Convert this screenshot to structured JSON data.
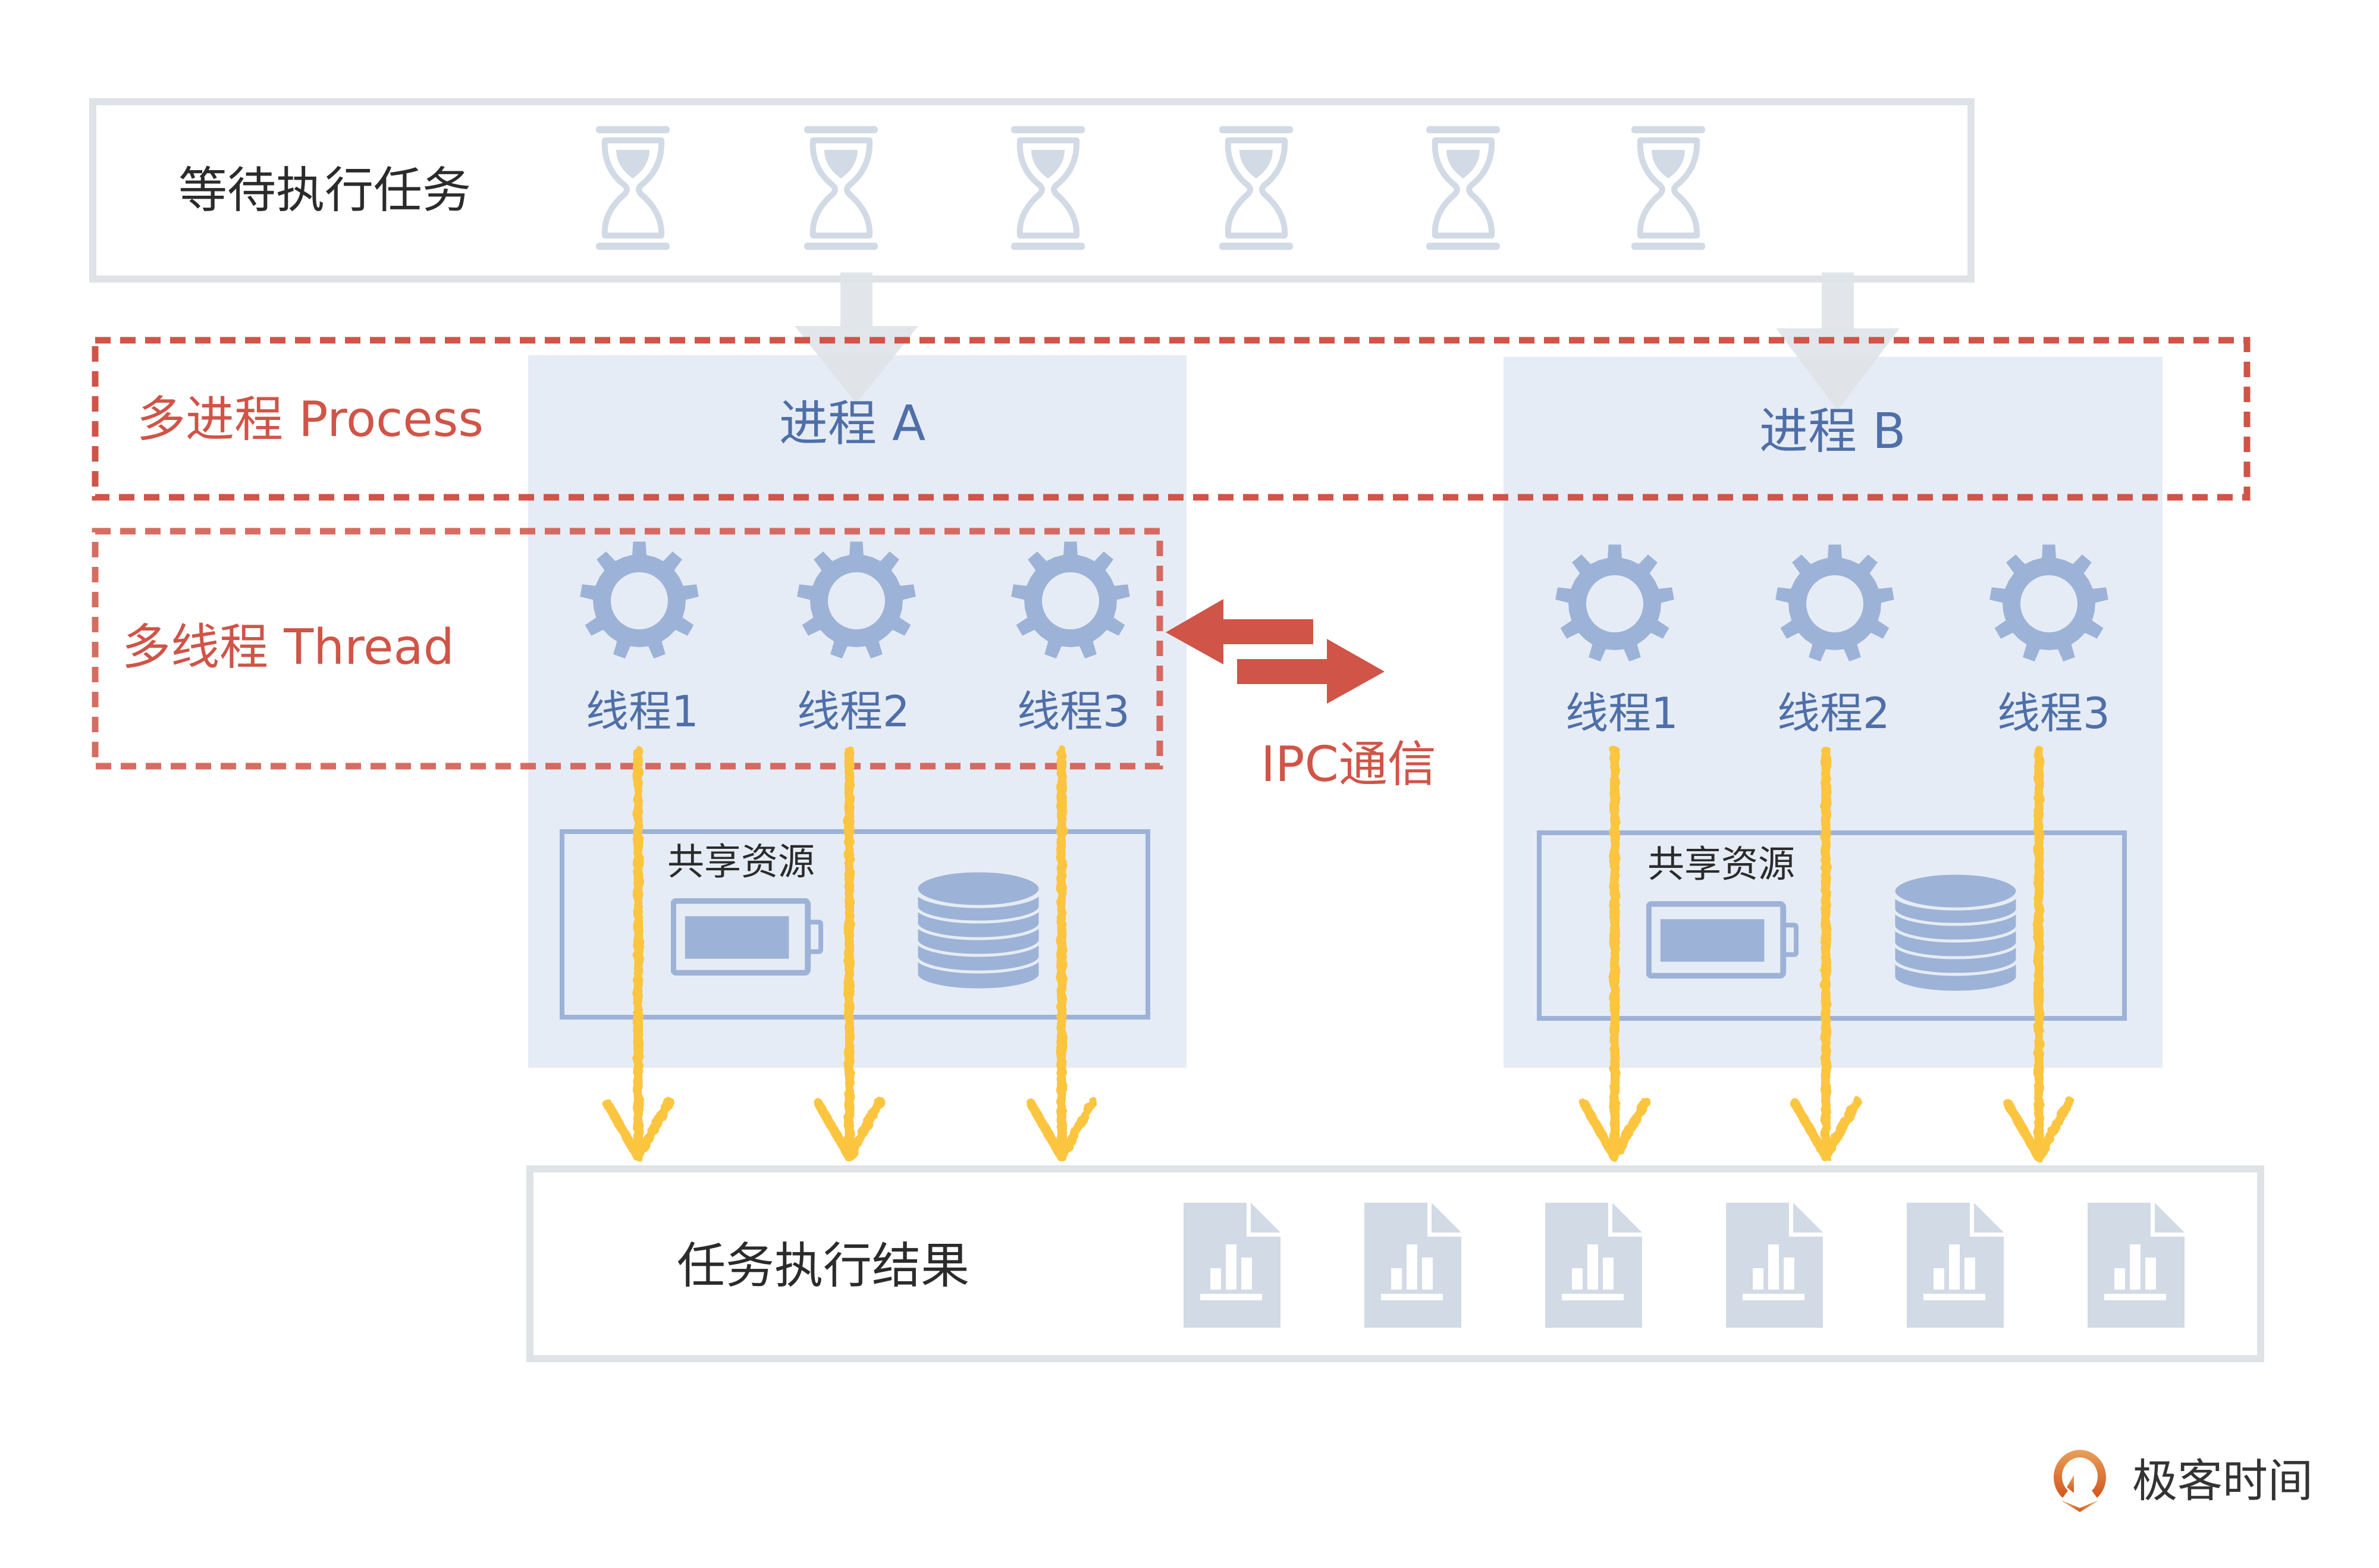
{
  "colors": {
    "panel_bg": "#e6ecf5",
    "box_border_gray": "#dfe3e8",
    "icon_gray": "#d1dae5",
    "gear_blue": "#9db2d7",
    "resource_border": "#9db2d7",
    "accent_red": "#d05447",
    "label_blue": "#4f6fa8",
    "thread_arrow_yellow": "#fcc53f",
    "logo_orange": "#e07b2e"
  },
  "waiting_tasks": {
    "label": "等待执行任务",
    "icon": "hourglass-icon",
    "count": 6
  },
  "groups": {
    "process_label": "多进程 Process",
    "thread_label": "多线程 Thread"
  },
  "processes": [
    {
      "title": "进程 A",
      "threads": [
        "线程1",
        "线程2",
        "线程3"
      ],
      "shared_resources": {
        "label": "共享资源",
        "icons": [
          "battery-icon",
          "database-icon"
        ]
      }
    },
    {
      "title": "进程 B",
      "threads": [
        "线程1",
        "线程2",
        "线程3"
      ],
      "shared_resources": {
        "label": "共享资源",
        "icons": [
          "battery-icon",
          "database-icon"
        ]
      }
    }
  ],
  "ipc": {
    "label": "IPC通信"
  },
  "results": {
    "label": "任务执行结果",
    "icon": "chart-document-icon",
    "count": 6
  },
  "brand": {
    "name": "极客时间",
    "icon": "geektime-logo-icon"
  }
}
